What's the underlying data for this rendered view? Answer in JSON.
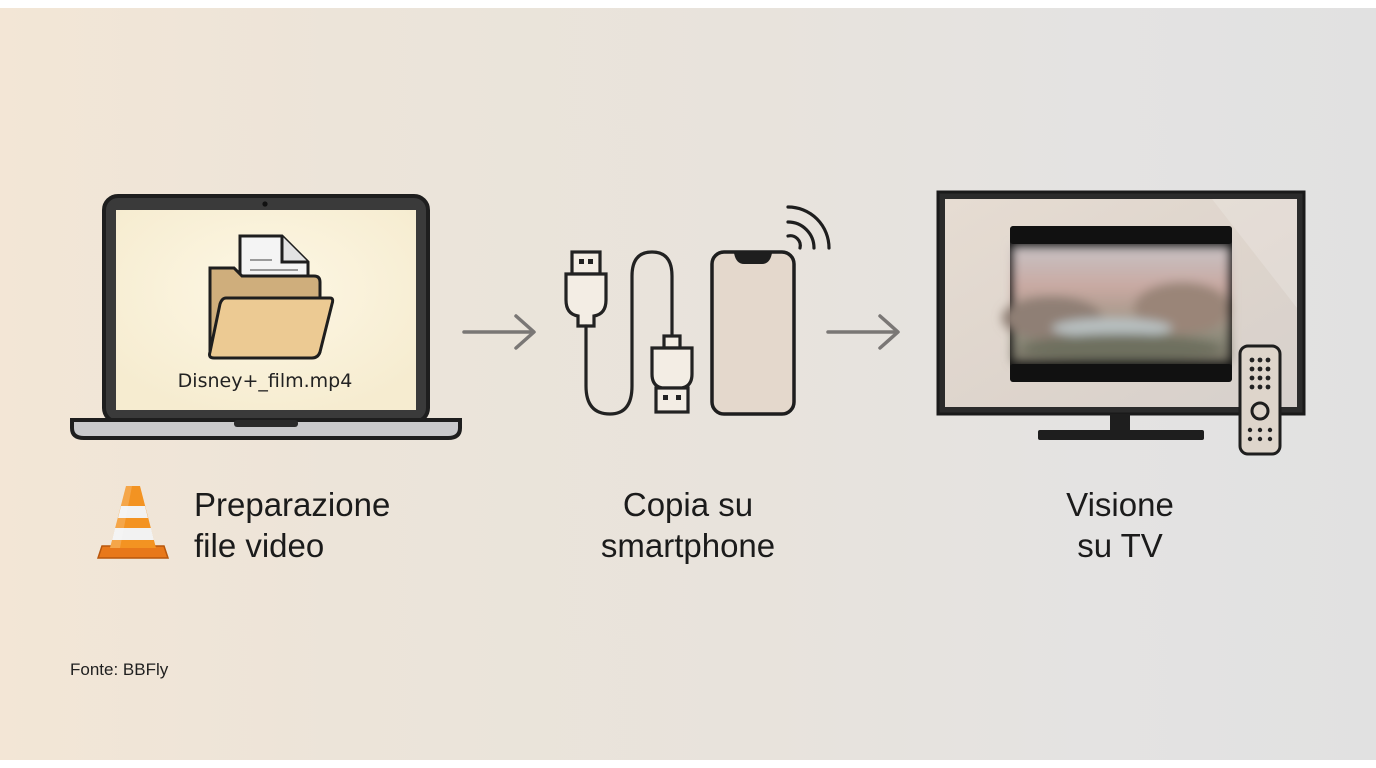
{
  "steps": [
    {
      "id": "prepare",
      "label_lines": [
        "Preparazione",
        "file video"
      ],
      "icon": "laptop-folder-icon",
      "file_name": "Disney+_film.mp4",
      "badge_icon": "vlc-cone-icon"
    },
    {
      "id": "copy",
      "label_lines": [
        "Copia su",
        "smartphone"
      ],
      "icon": "usb-cable-smartphone-icon"
    },
    {
      "id": "watch",
      "label_lines": [
        "Visione",
        "su TV"
      ],
      "icon": "tv-remote-icon"
    }
  ],
  "connectors": [
    "arrow-right-icon",
    "arrow-right-icon"
  ],
  "source": "Fonte: BBFly",
  "colors": {
    "background_left": "#f3e6d6",
    "background_right": "#e1e1e1",
    "outline": "#222222",
    "laptop_screen": "#faf3e0",
    "folder": "#e9c894",
    "phone_fill": "#e4d8cc",
    "tv_screen": "#ddd4cc",
    "arrow": "#7a7775",
    "vlc_orange": "#f08a1c"
  }
}
